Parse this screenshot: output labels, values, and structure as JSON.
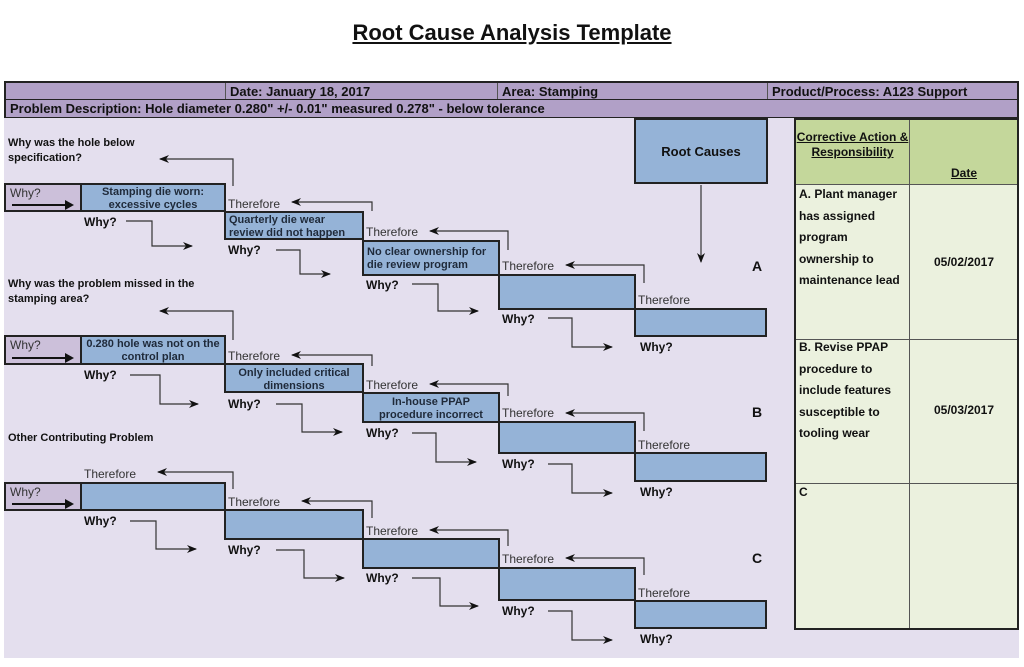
{
  "title": "Root Cause Analysis Template",
  "header": {
    "date": "Date:  January 18, 2017",
    "area": "Area:  Stamping",
    "product": "Product/Process: A123 Support",
    "problem": "Problem Description:  Hole diameter 0.280\" +/- 0.01\" measured 0.278\" - below tolerance"
  },
  "labels": {
    "why_box": "Why?",
    "why": "Why?",
    "therefore": "Therefore",
    "root_causes": "Root Causes"
  },
  "sections": [
    {
      "letter": "A",
      "question": "Why was the hole below specification?",
      "steps": [
        "Stamping die worn: excessive cycles",
        "Quarterly die wear review did not happen",
        "No clear ownership for die review program",
        "",
        ""
      ]
    },
    {
      "letter": "B",
      "question": "Why was the problem missed in the stamping area?",
      "steps": [
        "0.280 hole was not on the control plan",
        "Only included critical dimensions",
        "In-house PPAP procedure incorrect",
        "",
        ""
      ]
    },
    {
      "letter": "C",
      "question": "Other Contributing Problem",
      "steps": [
        "",
        "",
        "",
        "",
        ""
      ]
    }
  ],
  "corrective_actions": {
    "header_action": "Corrective Action & Responsibility",
    "header_date": "Date",
    "rows": [
      {
        "action": "A. Plant manager has assigned program ownership to maintenance lead",
        "date": "05/02/2017"
      },
      {
        "action": "B.  Revise PPAP procedure to include features susceptible to tooling wear",
        "date": "05/03/2017"
      },
      {
        "action": "C",
        "date": ""
      }
    ]
  },
  "colors": {
    "header_purple": "#b1a0c7",
    "body_lavender": "#e4dfee",
    "step_blue": "#95b3d7",
    "why_box_purple": "#ccc0da",
    "table_header_green": "#c4d79b",
    "table_body_green": "#ebf1de"
  }
}
